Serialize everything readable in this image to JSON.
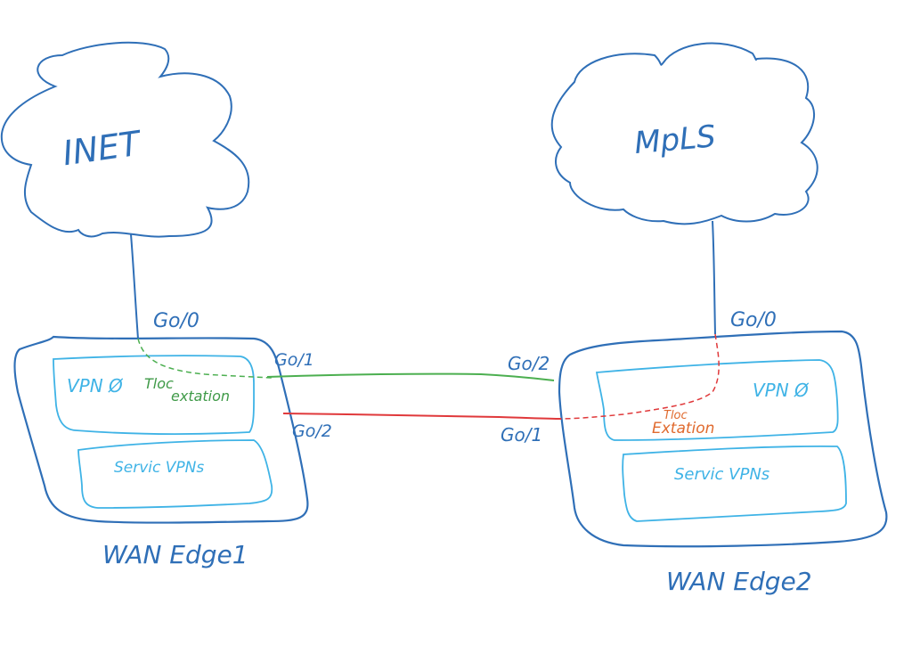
{
  "colors": {
    "cloud": "#2f6fb7",
    "device": "#2f6fb7",
    "vpn_box": "#3fb3e6",
    "green_link": "#4caf50",
    "red_link": "#e0393b",
    "tloc_edge1": "#3f9a48",
    "tloc_edge2": "#e06a2e",
    "label_dark": "#2f6fb7",
    "label_light": "#3fb3e6"
  },
  "clouds": [
    {
      "id": "inet",
      "label": "INET"
    },
    {
      "id": "mpls",
      "label": "MpLS"
    }
  ],
  "devices": [
    {
      "id": "edge1",
      "name": "WAN Edge1",
      "uplink_port": "Go/0",
      "vpn0_label": "VPN Ø",
      "service_label": "Servic VPNs",
      "tloc_line1": "Tloc",
      "tloc_line2": "extation"
    },
    {
      "id": "edge2",
      "name": "WAN Edge2",
      "uplink_port": "Go/0",
      "vpn0_label": "VPN Ø",
      "service_label": "Servic VPNs",
      "tloc_line1": "Tloc",
      "tloc_line2": "Extation"
    }
  ],
  "links": [
    {
      "id": "green-link",
      "color": "green",
      "edge1_port": "Go/1",
      "edge2_port": "Go/2"
    },
    {
      "id": "red-link",
      "color": "red",
      "edge1_port": "Go/2",
      "edge2_port": "Go/1"
    }
  ]
}
